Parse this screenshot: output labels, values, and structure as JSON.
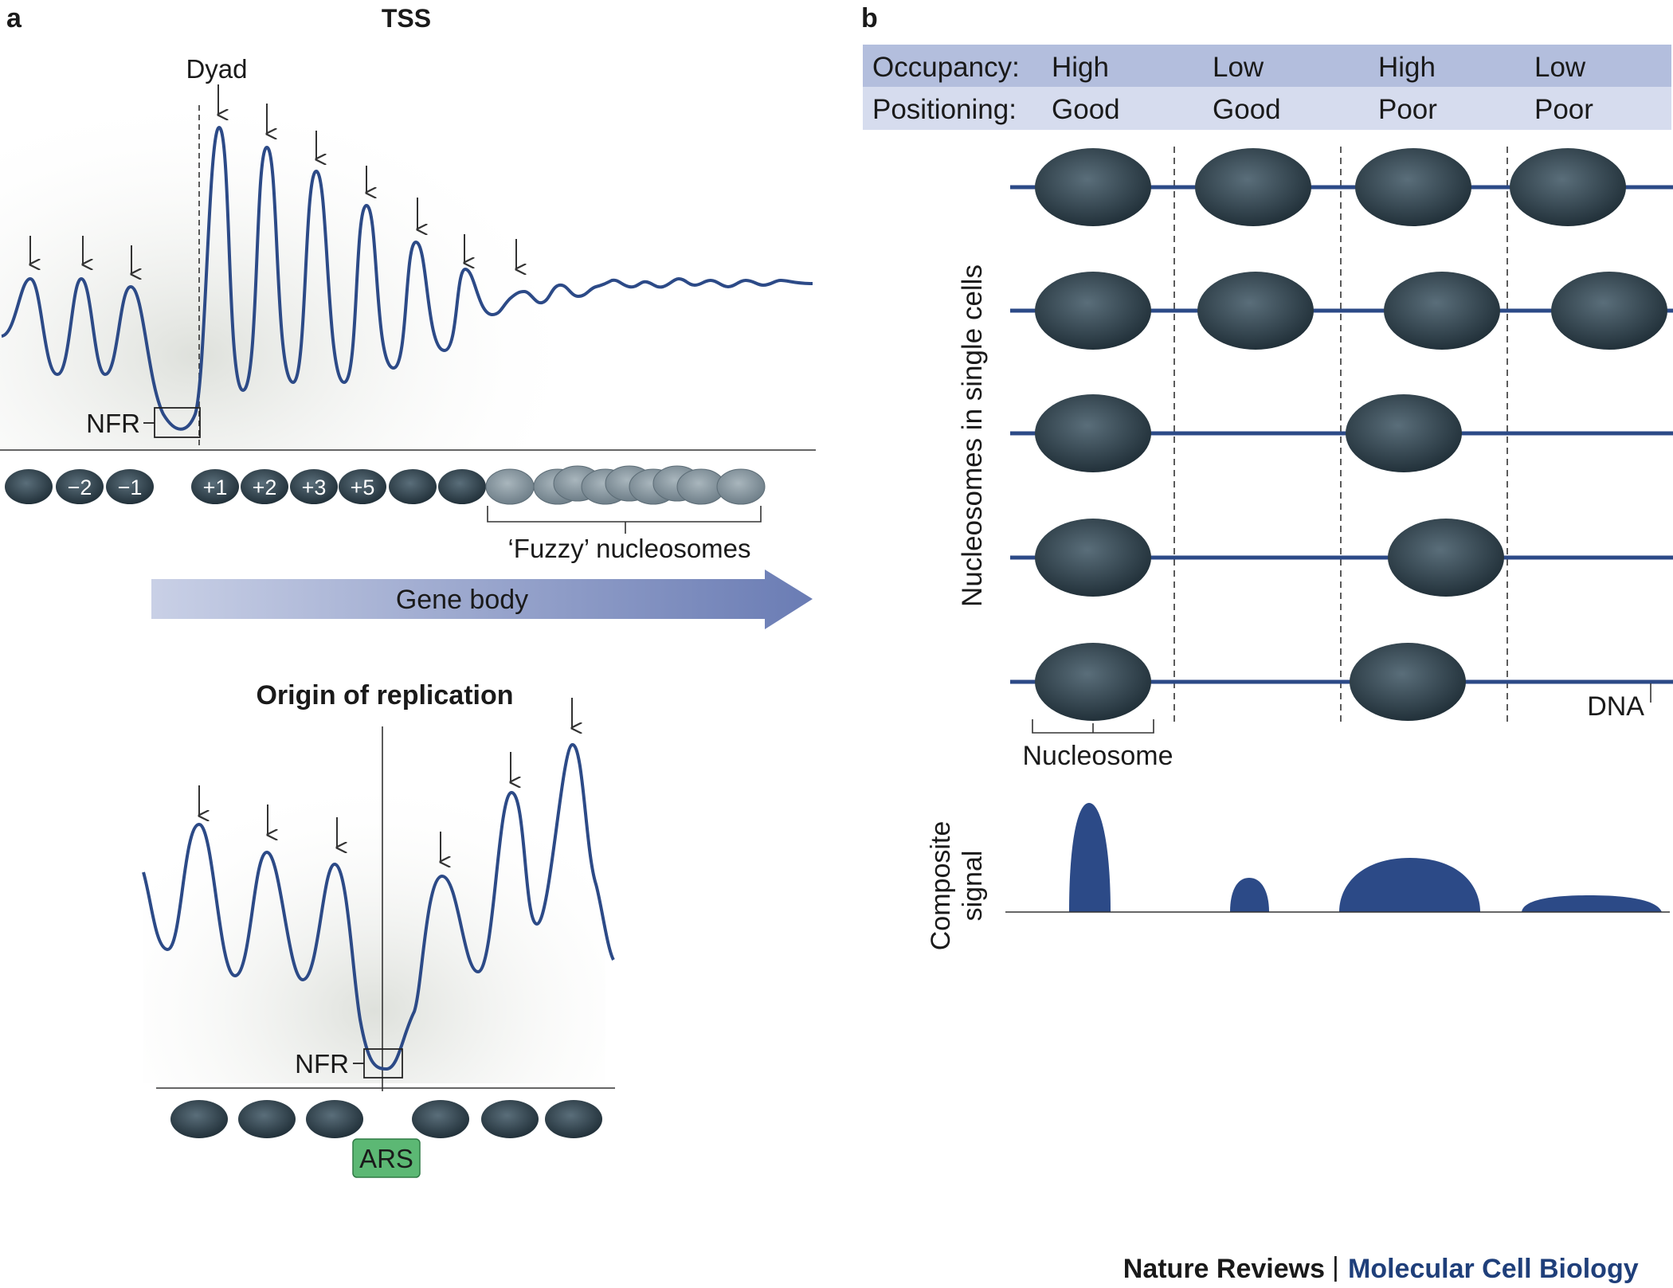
{
  "panel_a": {
    "label": "a",
    "tss": {
      "title": "TSS",
      "dyad_label": "Dyad",
      "nfr_label": "NFR",
      "nucleosome_labels": [
        "−2",
        "−1",
        "+1",
        "+2",
        "+3",
        "+5"
      ],
      "fuzzy_label": "‘Fuzzy’ nucleosomes",
      "gene_body_label": "Gene body"
    },
    "origin": {
      "title": "Origin of replication",
      "nfr_label": "NFR",
      "ars_label": "ARS"
    }
  },
  "panel_b": {
    "label": "b",
    "table": {
      "occupancy_label": "Occupancy:",
      "positioning_label": "Positioning:",
      "occupancy": [
        "High",
        "Low",
        "High",
        "Low"
      ],
      "positioning": [
        "Good",
        "Good",
        "Poor",
        "Poor"
      ]
    },
    "y_label": "Nucleosomes in single cells",
    "nucleosome_label": "Nucleosome",
    "dna_label": "DNA",
    "composite_label_line1": "Composite",
    "composite_label_line2": "signal"
  },
  "footer": {
    "journal": "Nature Reviews",
    "separator": "|",
    "subjournal": "Molecular Cell Biology"
  },
  "colors": {
    "dna_blue": "#2c4a87",
    "nucleosome_dark": "#2a3a44",
    "nucleosome_fuzzy": "#7f8e97",
    "table_header": "#b3bedd",
    "table_row": "#d6dcee",
    "ars_green": "#5cb874",
    "journal_blue": "#1f3f7a"
  }
}
